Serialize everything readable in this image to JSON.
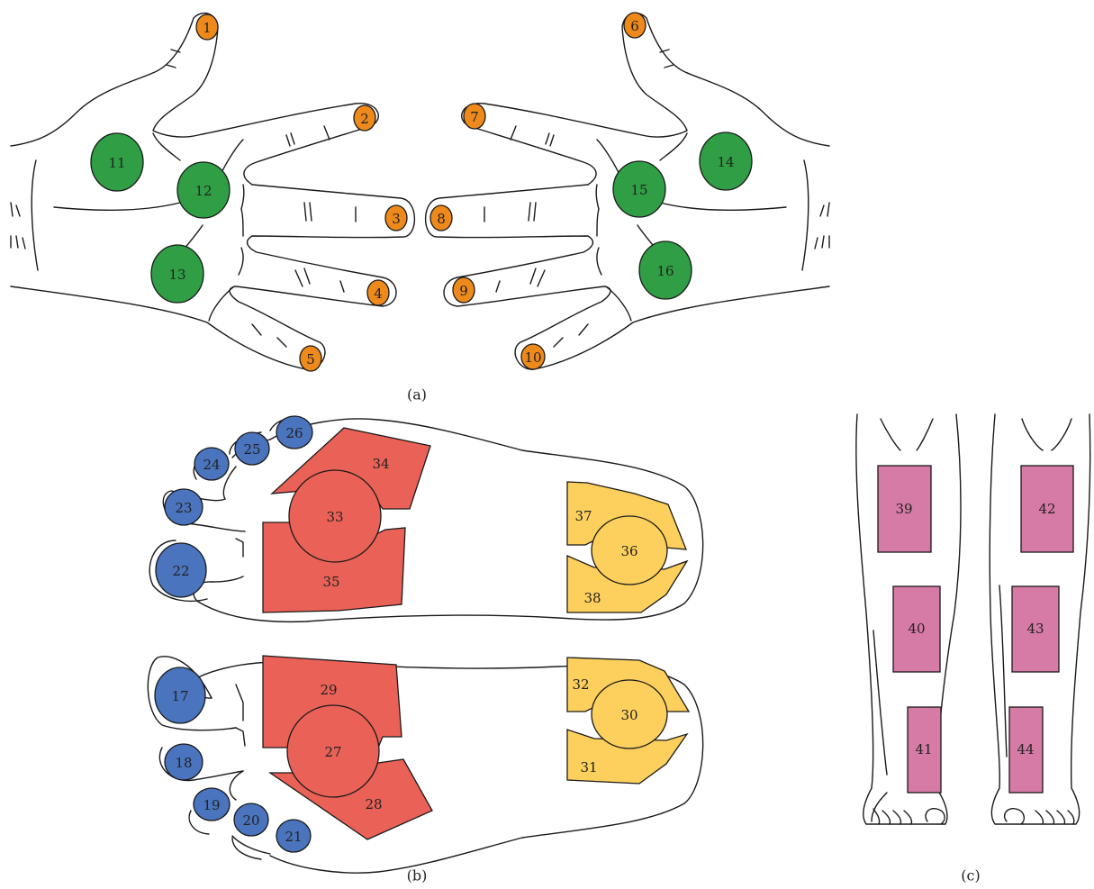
{
  "panels": [
    {
      "id": "a",
      "caption": "(a)"
    },
    {
      "id": "b",
      "caption": "(b)"
    },
    {
      "id": "c",
      "caption": "(c)"
    }
  ],
  "colors": {
    "fingertip": "#ee8a1b",
    "hand_palm": "#2f9e44",
    "toe": "#4a74bd",
    "forefoot": "#ea6157",
    "heel": "#fdd05d",
    "leg": "#d67aa6",
    "outline": "#1a1a1a"
  },
  "sites": {
    "1": "1",
    "2": "2",
    "3": "3",
    "4": "4",
    "5": "5",
    "6": "6",
    "7": "7",
    "8": "8",
    "9": "9",
    "10": "10",
    "11": "11",
    "12": "12",
    "13": "13",
    "14": "14",
    "15": "15",
    "16": "16",
    "17": "17",
    "18": "18",
    "19": "19",
    "20": "20",
    "21": "21",
    "22": "22",
    "23": "23",
    "24": "24",
    "25": "25",
    "26": "26",
    "27": "27",
    "28": "28",
    "29": "29",
    "30": "30",
    "31": "31",
    "32": "32",
    "33": "33",
    "34": "34",
    "35": "35",
    "36": "36",
    "37": "37",
    "38": "38",
    "39": "39",
    "40": "40",
    "41": "41",
    "42": "42",
    "43": "43",
    "44": "44"
  }
}
